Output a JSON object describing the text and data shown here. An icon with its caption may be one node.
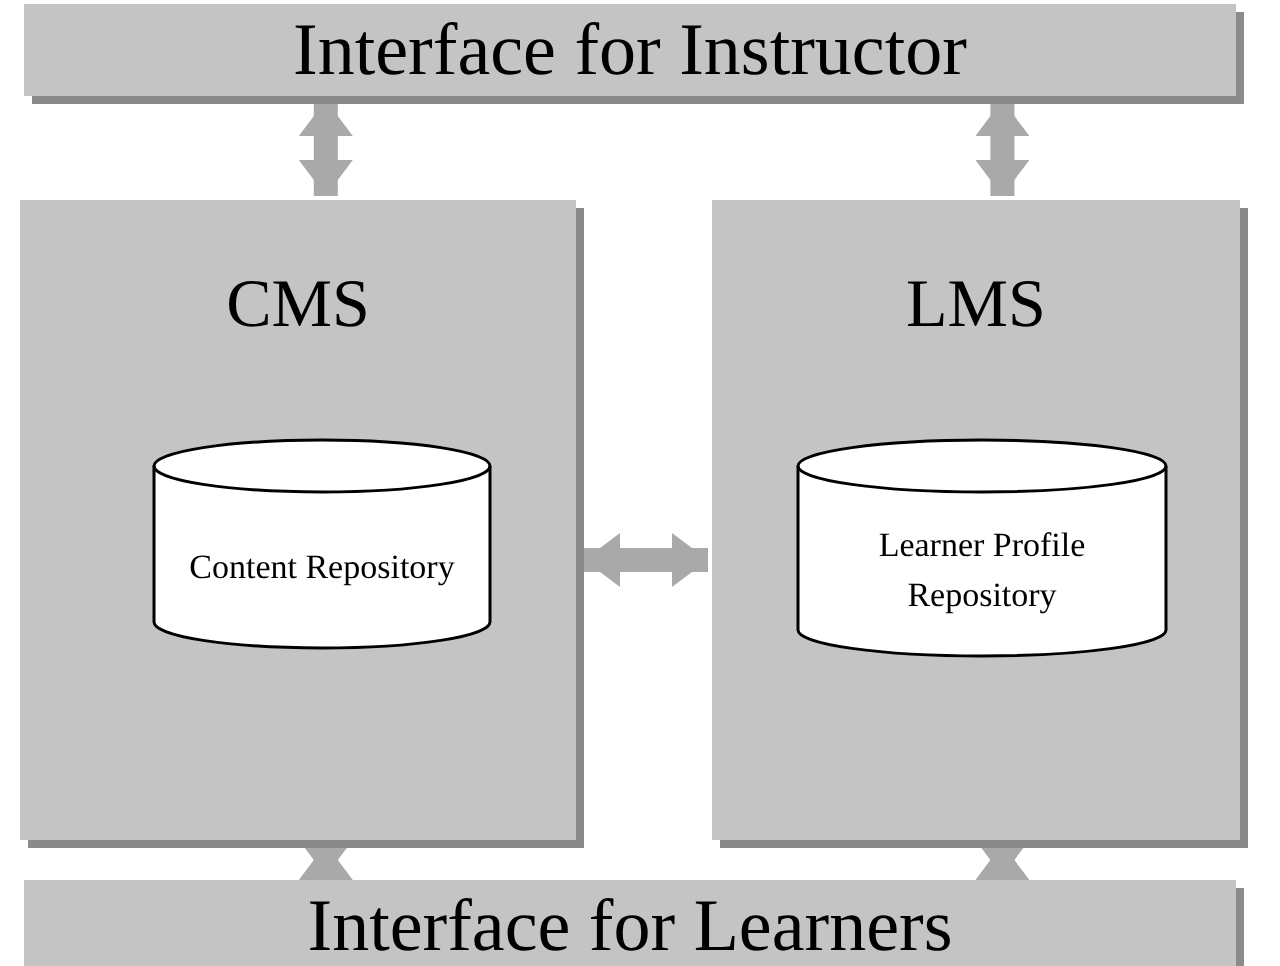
{
  "diagram": {
    "nodes": [
      {
        "text": [
          "Interface for Instructor"
        ]
      },
      {
        "text": [
          "CMS"
        ]
      },
      {
        "text": [
          "Content Repository"
        ],
        "in": 1
      },
      {
        "text": [
          "LMS"
        ]
      },
      {
        "text": [
          "Learner Profile Repository"
        ],
        "in": 3
      },
      {
        "text": [
          "Interface for Learners"
        ]
      }
    ],
    "edges": [
      {
        "from": 0,
        "to": 1,
        "arrow": "both"
      },
      {
        "from": 0,
        "to": 3,
        "arrow": "both"
      },
      {
        "from": 1,
        "to": 3,
        "arrow": "both"
      },
      {
        "from": 1,
        "to": 5,
        "arrow": "both"
      },
      {
        "from": 3,
        "to": 5,
        "arrow": "both"
      }
    ]
  }
}
